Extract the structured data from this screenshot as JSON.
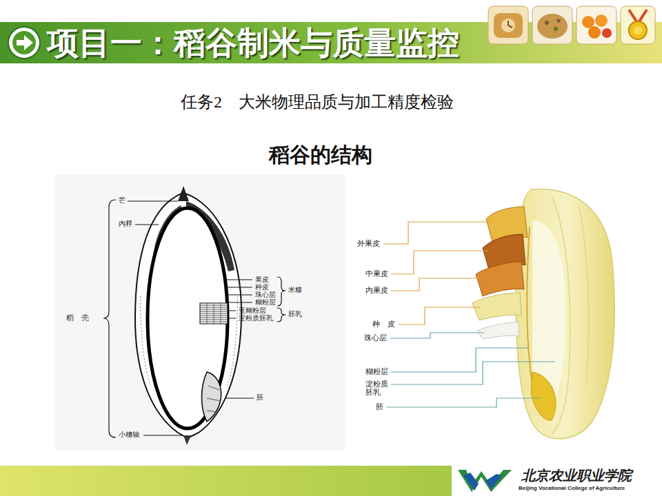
{
  "diagram": {
    "title": "稻谷的结构",
    "nodes": [
      {
        "text": [
          "项目一：稻谷制米与质量监控"
        ]
      }
    ],
    "labels": [
      "任务2　大米物理品质与加工精度检验",
      "芒",
      "内稃",
      "稻　壳",
      "果皮",
      "种皮",
      "珠心层",
      "糊粉层",
      "米糠",
      "亚糊粉层",
      "淀粉质胚乳",
      "胚乳",
      "胚",
      "小穗轴",
      "外果皮",
      "中果皮",
      "内果皮",
      "种　皮",
      "珠心层",
      "糊粉层",
      "淀粉质 胚乳",
      "胚",
      "北京农业职业学院",
      "Beijing Vocational College of Agriculture"
    ]
  }
}
